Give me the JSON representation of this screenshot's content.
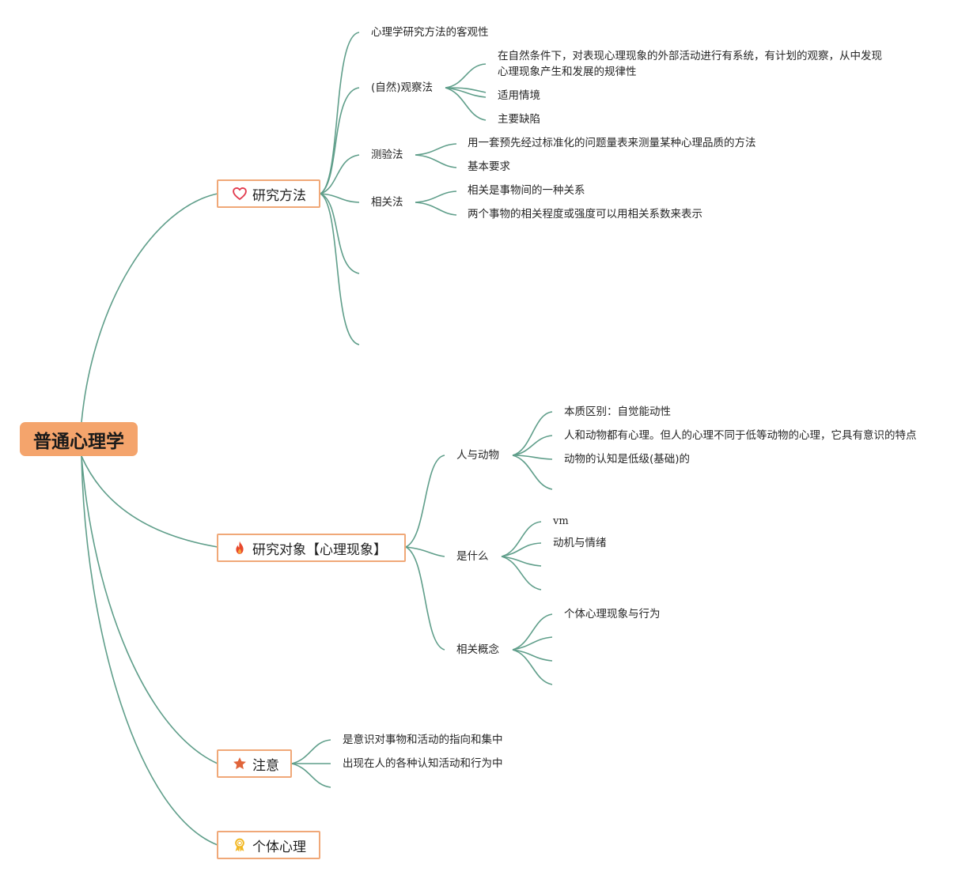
{
  "mindmap": {
    "root": "普通心理学",
    "methods": {
      "label": "研究方法",
      "icon": "heart-outline-icon",
      "objectivity": "心理学研究方法的客观性",
      "observation": {
        "label": "(自然)观察法",
        "definition": "在自然条件下，对表现心理现象的外部活动进行有系统，有计划的观察，从中发现心理现象产生和发展的规律性",
        "scenarios": "适用情境",
        "drawbacks": "主要缺陷"
      },
      "test": {
        "label": "测验法",
        "definition": "用一套预先经过标准化的问题量表来测量某种心理品质的方法",
        "requirements": "基本要求"
      },
      "correlation": {
        "label": "相关法",
        "definition": "相关是事物间的一种关系",
        "coefficient": "两个事物的相关程度或强度可以用相关系数来表示"
      }
    },
    "object": {
      "label": "研究对象【心理现象】",
      "icon": "flame-icon",
      "human_animal": {
        "label": "人与动物",
        "essence": "本质区别：自觉能动性",
        "consciousness": "人和动物都有心理。但人的心理不同于低等动物的心理，它具有意识的特点",
        "cognition": "动物的认知是低级(基础)的"
      },
      "what": {
        "label": "是什么",
        "vm": "vm",
        "motivation": "动机与情绪"
      },
      "concepts": {
        "label": "相关概念",
        "individual": "个体心理现象与行为"
      }
    },
    "attention": {
      "label": "注意",
      "icon": "star-icon",
      "definition": "是意识对事物和活动的指向和集中",
      "presence": "出现在人的各种认知活动和行为中"
    },
    "individual": {
      "label": "个体心理",
      "icon": "award-ribbon-icon"
    }
  },
  "colors": {
    "root_fill": "#f4a46c",
    "branch_border": "#f0a878",
    "connector": "#5f9e8a",
    "heart_icon": "#e23b4e",
    "flame_icon": "#e8482c",
    "star_icon": "#e0643a",
    "award_icon": "#f2b824"
  }
}
